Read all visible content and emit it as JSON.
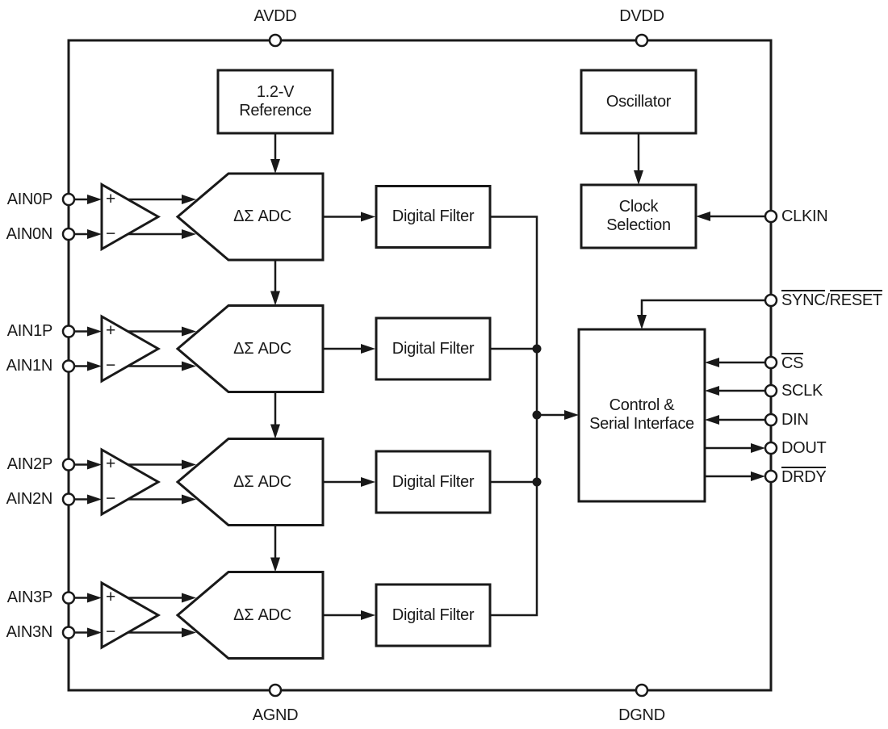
{
  "pins": {
    "top": {
      "avdd": "AVDD",
      "dvdd": "DVDD"
    },
    "bottom": {
      "agnd": "AGND",
      "dgnd": "DGND"
    },
    "left": {
      "ain0p": "AIN0P",
      "ain0n": "AIN0N",
      "ain1p": "AIN1P",
      "ain1n": "AIN1N",
      "ain2p": "AIN2P",
      "ain2n": "AIN2N",
      "ain3p": "AIN3P",
      "ain3n": "AIN3N"
    },
    "right": {
      "clkin": "CLKIN",
      "sync_reset": {
        "part1": "SYNC",
        "separator": "/",
        "part2": "RESET"
      },
      "cs": "CS",
      "sclk": "SCLK",
      "din": "DIN",
      "dout": "DOUT",
      "drdy": "DRDY"
    }
  },
  "blocks": {
    "reference": {
      "line1": "1.2-V",
      "line2": "Reference"
    },
    "oscillator": {
      "label": "Oscillator"
    },
    "clock_selection": {
      "line1": "Clock",
      "line2": "Selection"
    },
    "control_serial_interface": {
      "line1": "Control &",
      "line2": "Serial Interface"
    },
    "adc": {
      "label": "ΔΣ ADC"
    },
    "digital_filter": {
      "label": "Digital Filter"
    },
    "amplifier": {
      "plus": "+",
      "minus": "−"
    }
  },
  "colors": {
    "line": "#191919",
    "text": "#191919",
    "background": "#ffffff"
  }
}
